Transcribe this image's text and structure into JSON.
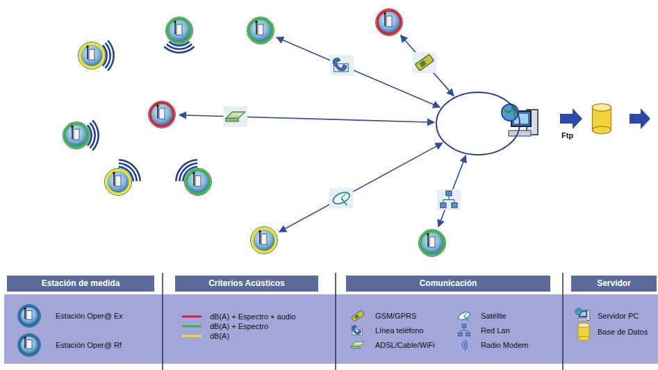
{
  "diagram": {
    "nodes": [
      {
        "text": []
      },
      {
        "text": []
      },
      {
        "text": []
      },
      {
        "text": []
      },
      {
        "text": []
      },
      {
        "text": []
      }
    ],
    "edges": [
      {
        "from": 3,
        "to": 0,
        "arrow": "both"
      },
      {
        "from": 3,
        "to": 1,
        "arrow": "both"
      },
      {
        "from": 3,
        "to": 2,
        "arrow": "both"
      },
      {
        "from": 3,
        "to": 4,
        "arrow": "both"
      },
      {
        "from": 3,
        "to": 5,
        "arrow": "both"
      }
    ],
    "labels": [
      "Ftp",
      "Estación de medida",
      "Criterios Acústicos",
      "Comunicación",
      "Servidor"
    ],
    "legend": [
      {
        "text": "Estación Oper@ Ex"
      },
      {
        "text": "Estación Oper@ Rf"
      },
      {
        "text": "dB(A) + Espectro + audio",
        "color": "#e0202a"
      },
      {
        "text": "dB(A) + Espectro",
        "color": "#3cb43c"
      },
      {
        "text": "dB(A)",
        "color": "#f2e21e"
      },
      {
        "text": "GSM/GPRS"
      },
      {
        "text": "Línea teléfono"
      },
      {
        "text": "ADSL/Cable/WiFi"
      },
      {
        "text": "Satélite"
      },
      {
        "text": "Red Lan"
      },
      {
        "text": "Radio Modem"
      },
      {
        "text": "Servidor PC"
      },
      {
        "text": "Base de Datos"
      }
    ]
  }
}
